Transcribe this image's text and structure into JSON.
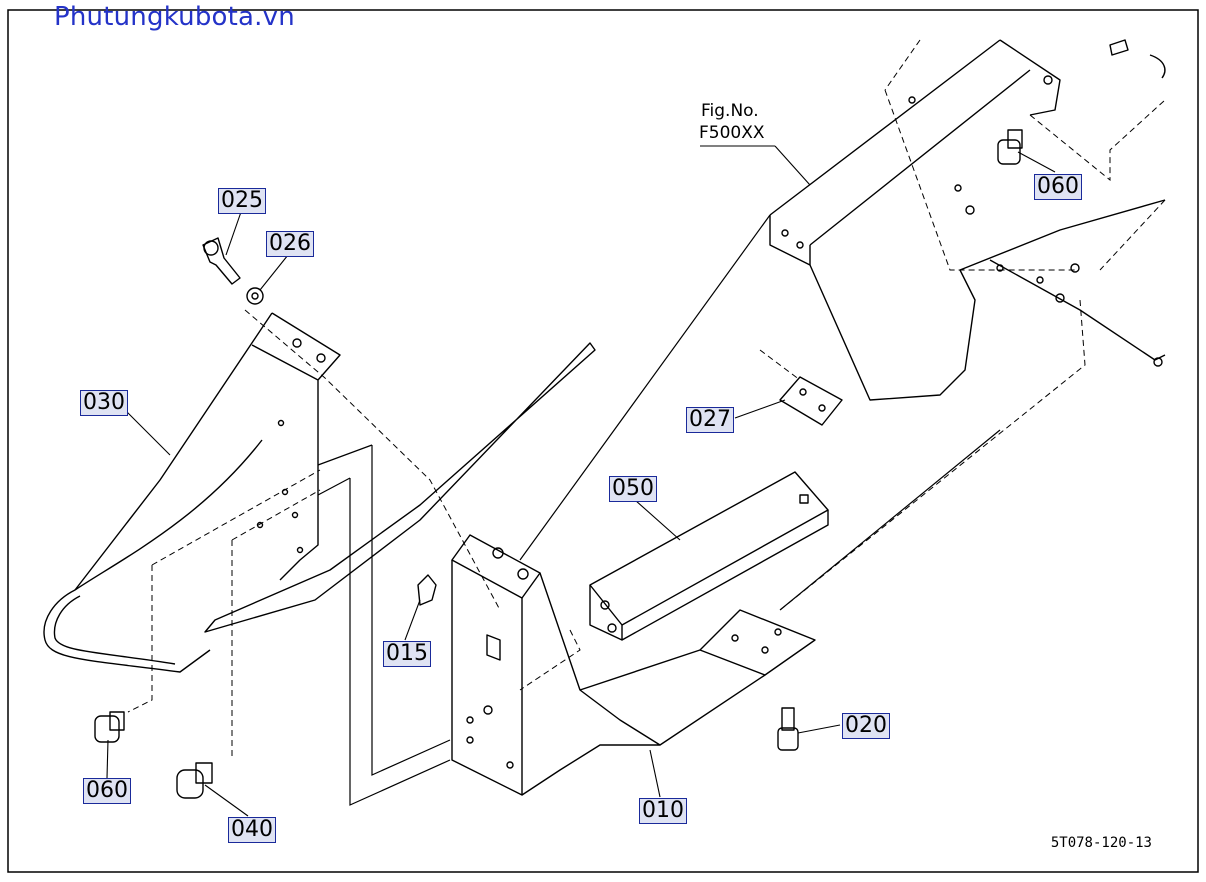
{
  "watermark": "Phutungkubota.vn",
  "figure_ref": {
    "line1": "Fig.No.",
    "line2": "F500XX"
  },
  "drawing_code": "5T078-120-13",
  "callouts": {
    "c025": "025",
    "c026": "026",
    "c030": "030",
    "c060_left": "060",
    "c040": "040",
    "c015": "015",
    "c010": "010",
    "c050": "050",
    "c027": "027",
    "c020": "020",
    "c060_right": "060"
  }
}
